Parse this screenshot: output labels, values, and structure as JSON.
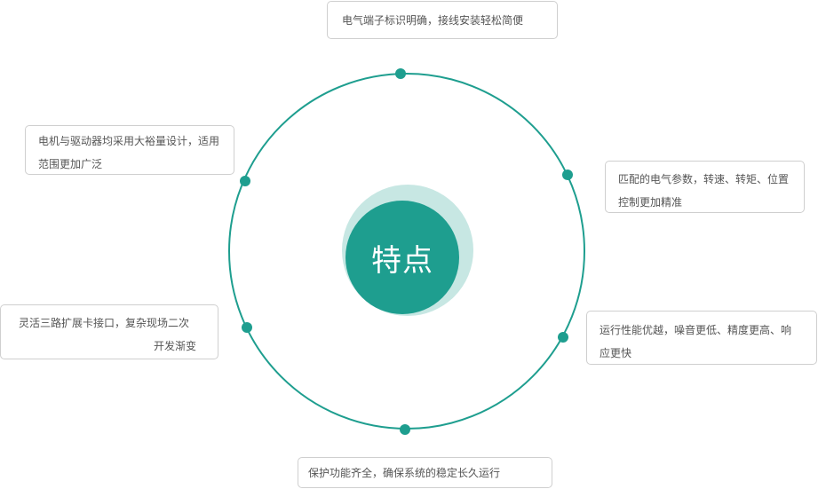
{
  "center": {
    "label": "特点"
  },
  "colors": {
    "teal": "#1e9e8f",
    "halo": "#c7e7e3",
    "border": "#cfcfcf",
    "text": "#555555"
  },
  "features": {
    "top": {
      "lines": [
        "电气端子标识明确，接线安装轻松简便"
      ]
    },
    "top_left": {
      "lines": [
        "电机与驱动器均采用大裕量设计，适用",
        "范围更加广泛"
      ]
    },
    "top_right": {
      "lines": [
        "匹配的电气参数，转速、转矩、位置",
        "控制更加精准"
      ]
    },
    "left": {
      "lines": [
        "灵活三路扩展卡接口，复杂现场二次",
        "开发渐变"
      ]
    },
    "right": {
      "lines": [
        "运行性能优越，噪音更低、精度更高、响",
        "应更快"
      ]
    },
    "bottom": {
      "lines": [
        "保护功能齐全，确保系统的稳定长久运行"
      ]
    }
  }
}
